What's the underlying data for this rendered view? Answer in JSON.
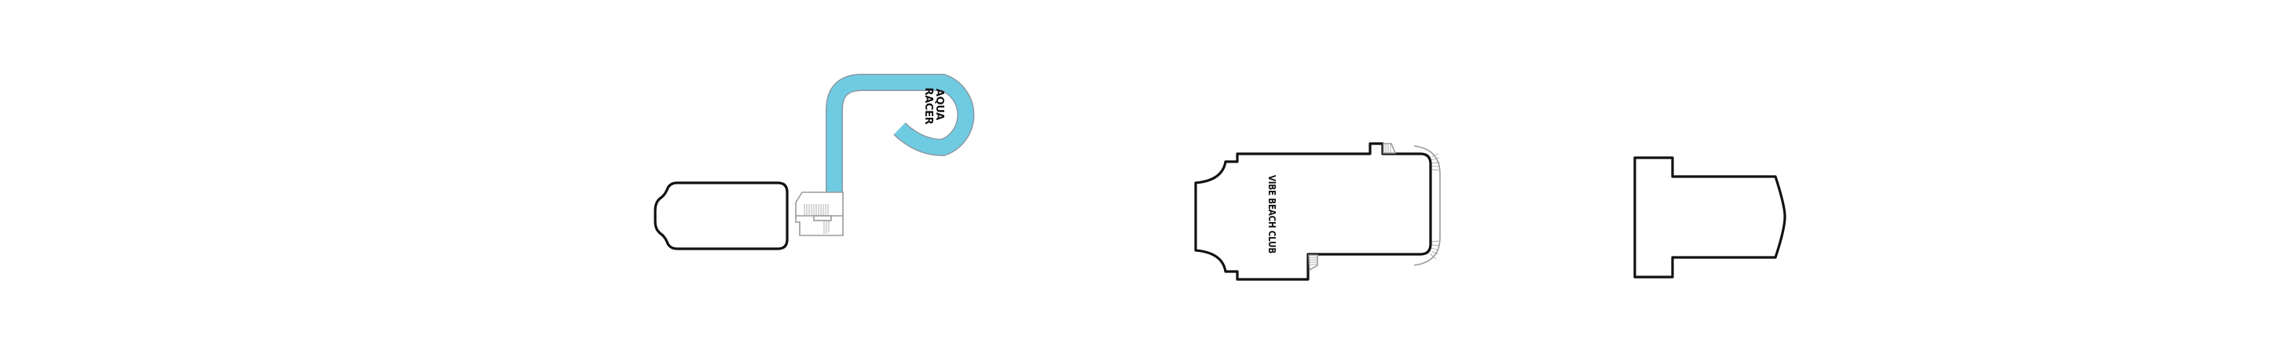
{
  "deck_plan": {
    "venues": [
      {
        "id": "aqua-racer",
        "label_lines": [
          "AQUA",
          "RACER"
        ]
      },
      {
        "id": "vibe-beach-club",
        "label": "VIBE BEACH CLUB"
      }
    ],
    "colors": {
      "background": "#ffffff",
      "outline": "#111111",
      "water_slide": "#6fcbe2",
      "water_slide_edge": "#8a9aa3",
      "stair_lines": "#a8a8a8"
    }
  }
}
